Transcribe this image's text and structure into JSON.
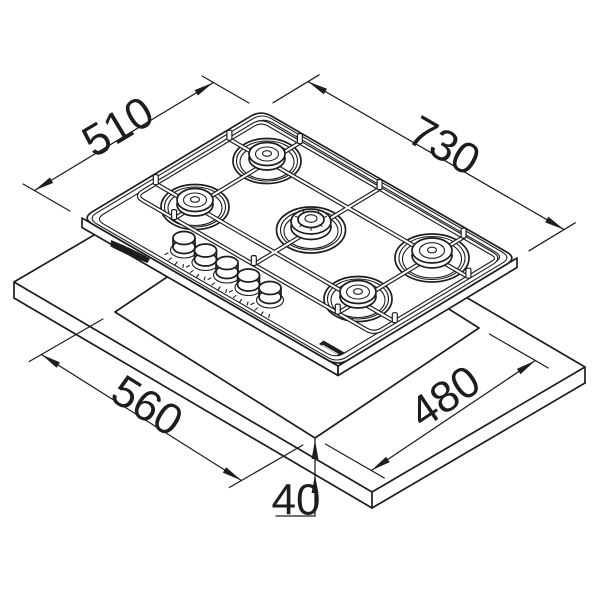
{
  "diagram": {
    "subject": "gas-hob-installation-drawing",
    "labels": {
      "hob_depth": "510",
      "hob_width": "730",
      "cutout_width": "560",
      "cutout_depth": "480",
      "worktop_thickness": "40"
    },
    "features": {
      "burners": 5,
      "control_knobs": 5
    },
    "colors": {
      "line": "#1d1d1d",
      "background": "#ffffff"
    }
  }
}
